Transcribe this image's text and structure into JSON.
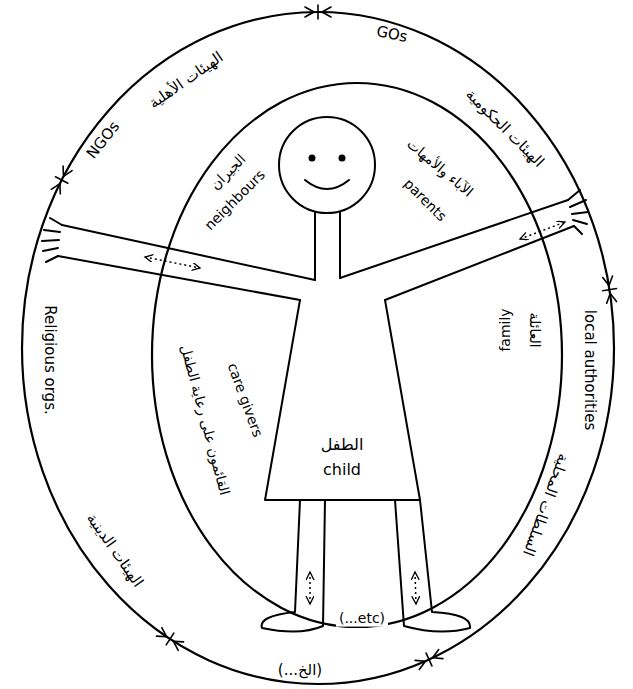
{
  "diagram": {
    "nodes": [
      {
        "text": [
          "الهيئات الأهلية",
          "NGOs",
          "GOs",
          "الهيئات الحكومية",
          "local authorities",
          "السلطات المحلية",
          "(...الخ)",
          "الهيئات الدينية",
          "Religious orgs."
        ]
      },
      {
        "text": [
          "الجيران",
          "neighbours",
          "الآباء والأمهات",
          "parents",
          "العائلة",
          "family",
          "(...etc)",
          "القائمون على رعاية الطفل",
          "care givers"
        ],
        "in": 0
      },
      {
        "text": [
          "الطفل",
          "child"
        ],
        "in": 1
      }
    ]
  }
}
